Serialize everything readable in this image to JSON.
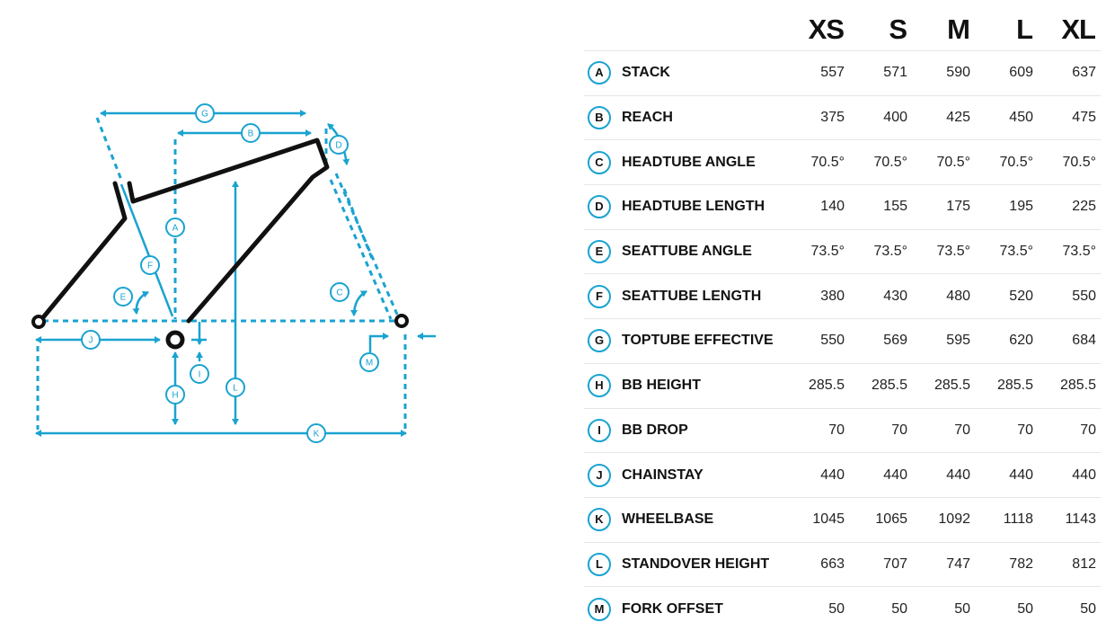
{
  "sizes": [
    "XS",
    "S",
    "M",
    "L",
    "XL"
  ],
  "accent_color": "#1aa3d0",
  "rows": [
    {
      "letter": "A",
      "name": "STACK",
      "values": [
        "557",
        "571",
        "590",
        "609",
        "637"
      ]
    },
    {
      "letter": "B",
      "name": "REACH",
      "values": [
        "375",
        "400",
        "425",
        "450",
        "475"
      ]
    },
    {
      "letter": "C",
      "name": "HEADTUBE ANGLE",
      "values": [
        "70.5°",
        "70.5°",
        "70.5°",
        "70.5°",
        "70.5°"
      ]
    },
    {
      "letter": "D",
      "name": "HEADTUBE LENGTH",
      "values": [
        "140",
        "155",
        "175",
        "195",
        "225"
      ]
    },
    {
      "letter": "E",
      "name": "SEATTUBE ANGLE",
      "values": [
        "73.5°",
        "73.5°",
        "73.5°",
        "73.5°",
        "73.5°"
      ]
    },
    {
      "letter": "F",
      "name": "SEATTUBE LENGTH",
      "values": [
        "380",
        "430",
        "480",
        "520",
        "550"
      ]
    },
    {
      "letter": "G",
      "name": "TOPTUBE EFFECTIVE",
      "values": [
        "550",
        "569",
        "595",
        "620",
        "684"
      ]
    },
    {
      "letter": "H",
      "name": "BB HEIGHT",
      "values": [
        "285.5",
        "285.5",
        "285.5",
        "285.5",
        "285.5"
      ]
    },
    {
      "letter": "I",
      "name": "BB DROP",
      "values": [
        "70",
        "70",
        "70",
        "70",
        "70"
      ]
    },
    {
      "letter": "J",
      "name": "CHAINSTAY",
      "values": [
        "440",
        "440",
        "440",
        "440",
        "440"
      ]
    },
    {
      "letter": "K",
      "name": "WHEELBASE",
      "values": [
        "1045",
        "1065",
        "1092",
        "1118",
        "1143"
      ]
    },
    {
      "letter": "L",
      "name": "STANDOVER HEIGHT",
      "values": [
        "663",
        "707",
        "747",
        "782",
        "812"
      ]
    },
    {
      "letter": "M",
      "name": "FORK OFFSET",
      "values": [
        "50",
        "50",
        "50",
        "50",
        "50"
      ]
    }
  ],
  "diagram": {
    "labels": {
      "A": "A",
      "B": "B",
      "C": "C",
      "D": "D",
      "E": "E",
      "F": "F",
      "G": "G",
      "H": "H",
      "I": "I",
      "J": "J",
      "K": "K",
      "L": "L",
      "M": "M"
    }
  }
}
